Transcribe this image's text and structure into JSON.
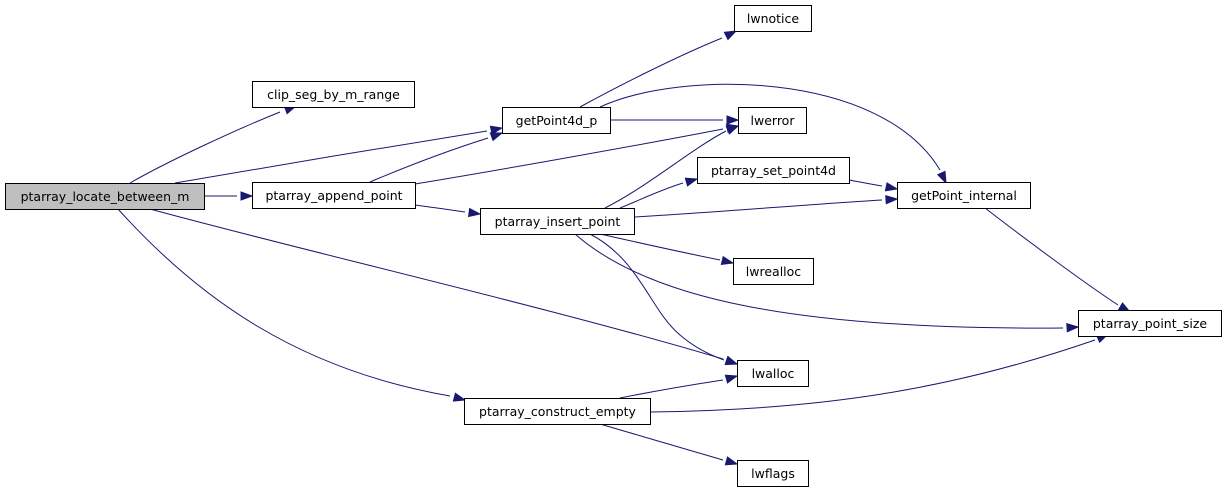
{
  "graph": {
    "nodes": [
      {
        "id": "root",
        "label": "ptarray_locate_between_m",
        "root": true
      },
      {
        "id": "clip",
        "label": "clip_seg_by_m_range"
      },
      {
        "id": "get4d",
        "label": "getPoint4d_p"
      },
      {
        "id": "append",
        "label": "ptarray_append_point"
      },
      {
        "id": "insert",
        "label": "ptarray_insert_point"
      },
      {
        "id": "cempty",
        "label": "ptarray_construct_empty"
      },
      {
        "id": "lwnotice",
        "label": "lwnotice"
      },
      {
        "id": "lwerror",
        "label": "lwerror"
      },
      {
        "id": "setp4d",
        "label": "ptarray_set_point4d"
      },
      {
        "id": "lwrealloc",
        "label": "lwrealloc"
      },
      {
        "id": "lwalloc",
        "label": "lwalloc"
      },
      {
        "id": "lwflags",
        "label": "lwflags"
      },
      {
        "id": "getint",
        "label": "getPoint_internal"
      },
      {
        "id": "psize",
        "label": "ptarray_point_size"
      }
    ],
    "edges": [
      [
        "root",
        "clip"
      ],
      [
        "root",
        "get4d"
      ],
      [
        "root",
        "append"
      ],
      [
        "root",
        "lwalloc"
      ],
      [
        "root",
        "cempty"
      ],
      [
        "append",
        "get4d"
      ],
      [
        "append",
        "lwerror"
      ],
      [
        "append",
        "insert"
      ],
      [
        "get4d",
        "lwnotice"
      ],
      [
        "get4d",
        "lwerror"
      ],
      [
        "get4d",
        "getint"
      ],
      [
        "insert",
        "lwerror"
      ],
      [
        "insert",
        "setp4d"
      ],
      [
        "insert",
        "getint"
      ],
      [
        "insert",
        "lwrealloc"
      ],
      [
        "insert",
        "psize"
      ],
      [
        "insert",
        "lwalloc"
      ],
      [
        "setp4d",
        "getint"
      ],
      [
        "getint",
        "psize"
      ],
      [
        "cempty",
        "lwalloc"
      ],
      [
        "cempty",
        "psize"
      ],
      [
        "cempty",
        "lwflags"
      ]
    ],
    "colors": {
      "edge": "#191970",
      "root_fill": "#bfbfbf",
      "node_fill": "#ffffff",
      "node_stroke": "#000000"
    }
  }
}
